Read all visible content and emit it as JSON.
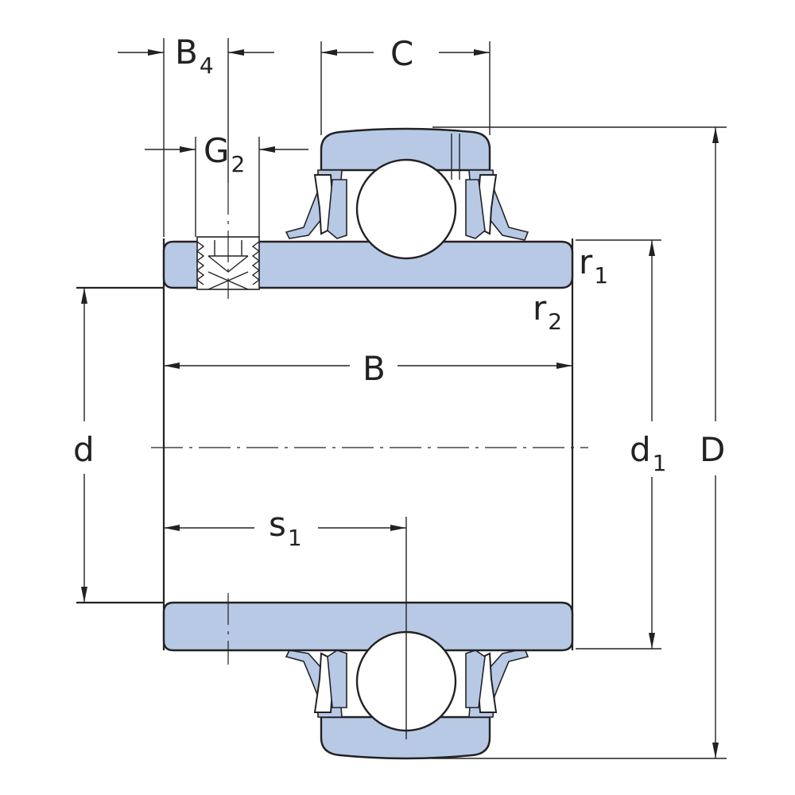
{
  "labels": {
    "B4": {
      "main": "B",
      "sub": "4"
    },
    "C": {
      "main": "C"
    },
    "G2": {
      "main": "G",
      "sub": "2"
    },
    "r1": {
      "main": "r",
      "sub": "1"
    },
    "r2": {
      "main": "r",
      "sub": "2"
    },
    "B": {
      "main": "B"
    },
    "d": {
      "main": "d"
    },
    "d1": {
      "main": "d",
      "sub": "1"
    },
    "D": {
      "main": "D"
    },
    "s1": {
      "main": "s",
      "sub": "1"
    }
  },
  "colors": {
    "fill": "#b8c9e6",
    "line": "#222222",
    "background": "#ffffff"
  }
}
